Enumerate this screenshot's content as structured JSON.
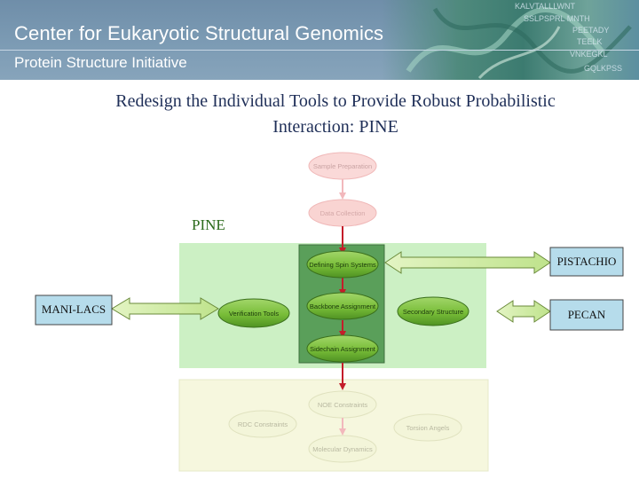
{
  "header": {
    "title": "Center for Eukaryotic Structural Genomics",
    "subtitle": "Protein Structure Initiative",
    "art_sequence": [
      "KALVTALLLWNT",
      "SSLPSPRL MNTH",
      "PEETADY",
      "TEELK",
      "VNKEGKL",
      "GQLKPSS"
    ]
  },
  "slide": {
    "title_line1": "Redesign the Individual Tools to Provide Robust Probabilistic",
    "title_line2": "Interaction: PINE"
  },
  "diagram": {
    "pine_label": "PINE",
    "nodes": {
      "sample_prep": "Sample Preparation",
      "data_collection": "Data Collection",
      "defining_spin": "Defining Spin Systems",
      "backbone": "Backbone Assignment",
      "sidechain": "Sidechain Assignment",
      "verification": "Verification Tools",
      "secondary": "Secondary Structure",
      "noe": "NOE Constraints",
      "rdc": "RDC Constraints",
      "torsion": "Torsion Angels",
      "md": "Molecular Dynamics"
    },
    "external": {
      "pistachio": "PISTACHIO",
      "pecan": "PECAN",
      "manilacs": "MANI-LACS"
    },
    "colors": {
      "pine_region": "#ccf0c4",
      "faded_region": "#f5f6dd",
      "green_node": "#7fc23e",
      "pink_node": "#f6c9c9",
      "label_green": "#2a6a1a",
      "arrow_red": "#c41d2a",
      "ext_box": "#b6dceb"
    }
  }
}
